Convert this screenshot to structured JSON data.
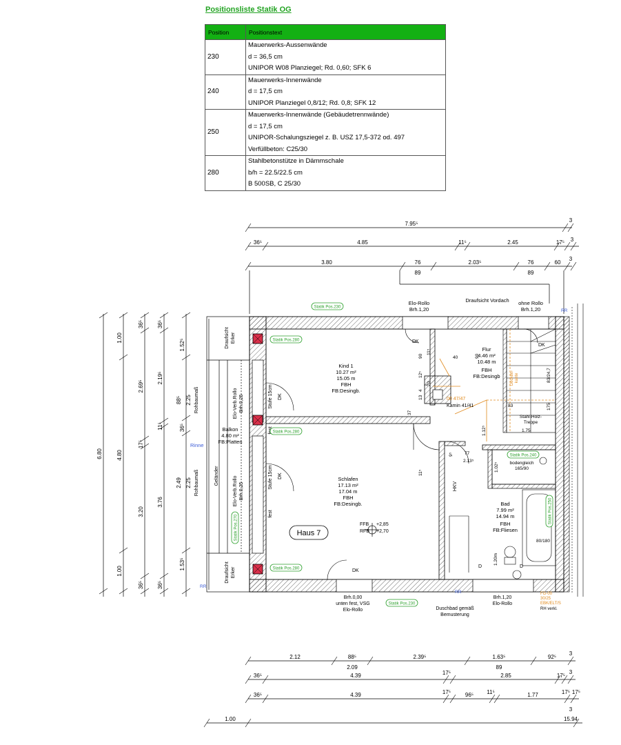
{
  "document": {
    "title": "Positionsliste Statik OG"
  },
  "position_table": {
    "headers": [
      "Position",
      "Positionstext"
    ],
    "rows": [
      {
        "position": "230",
        "lines": [
          "Mauerwerks-Aussenwände",
          "d = 36,5 cm",
          "UNIPOR W08 Planziegel; Rd. 0,60; SFK 6"
        ]
      },
      {
        "position": "240",
        "lines": [
          "Mauerwerks-Innenwände",
          "d = 17,5 cm",
          "UNIPOR Planziegel 0,8/12; Rd. 0,8; SFK 12"
        ]
      },
      {
        "position": "250",
        "lines": [
          "Mauerwerks-Innenwände (Gebäudetrennwände)",
          "d = 17,5 cm",
          "UNIPOR-Schalungsziegel z. B. USZ 17,5-372 od. 497",
          "Verfüllbeton: C25/30"
        ]
      },
      {
        "position": "280",
        "lines": [
          "Stahlbetonstütze in Dämmschale",
          "b/h = 22.5/22.5 cm",
          "B 500SB, C 25/30"
        ]
      }
    ]
  },
  "dimensions": {
    "top_row1": {
      "total": "7.95⁵",
      "end": "3"
    },
    "top_row2": [
      "36⁵",
      "4.85",
      "11⁵",
      "2.45",
      "17⁵",
      "3"
    ],
    "top_row3": [
      "3.80",
      "76",
      "2.03⁵",
      "76",
      "60",
      "3"
    ],
    "top_row3_sub": [
      "89",
      "89"
    ],
    "left_outer": [
      "1.00",
      "4.80",
      "1.00",
      "6.80"
    ],
    "left_mid": [
      "36⁵",
      "2.69⁵",
      "17⁵",
      "3.20",
      "36⁵"
    ],
    "left_inner": [
      "36⁵",
      "2.19⁵",
      "11⁵",
      "3.76",
      "36⁵"
    ],
    "left_window": [
      "1.52⁵",
      "2.25",
      "88⁵",
      "36⁵",
      "2.49",
      "2.25",
      "1.53⁵"
    ],
    "left_labels": [
      "Rohbaumaß",
      "Rohbaumaß"
    ],
    "bottom_row1": [
      "2.12",
      "88⁵",
      "2.39⁵",
      "1.63⁵",
      "92⁵",
      "3"
    ],
    "bottom_row1_sub": [
      "2.09",
      "89"
    ],
    "bottom_row2": [
      "36⁵",
      "4.39",
      "17⁵",
      "2.85",
      "17⁵",
      "3"
    ],
    "bottom_row3": [
      "36⁵",
      "4.39",
      "17⁵",
      "96⁵",
      "11⁵",
      "1.77",
      "17⁵",
      "17⁵"
    ],
    "bottom_row3_sub": [
      "3"
    ],
    "bottom_row4": [
      "1.00",
      "15.94"
    ]
  },
  "rooms": {
    "kind": {
      "name": "Kind 1",
      "area": "10.27 m²",
      "perimeter": "15.05 m",
      "heating": "FBH",
      "floor": "FB:Desingb."
    },
    "flur": {
      "name": "Flur",
      "area": "4.46 m²",
      "perimeter": "10.48 m",
      "heating": "FBH",
      "floor": "FB:Desingb"
    },
    "schlafen": {
      "name": "Schlafen",
      "area": "17.13 m²",
      "perimeter": "17.04 m",
      "heating": "FBH",
      "floor": "FB:Desingb."
    },
    "bad": {
      "name": "Bad",
      "area": "7.99 m²",
      "perimeter": "14.94 m",
      "heating": "FBH",
      "floor": "FB:Fliesen"
    },
    "balkon": {
      "name": "Balkon",
      "area": "4.80 m²",
      "floor": "FB:Platten"
    }
  },
  "annotations": {
    "draufsicht_vordach": "Draufsicht Vordach",
    "elo_rollo_top": [
      "Elo-Rollo",
      "Brh.1,20"
    ],
    "ohne_rollo": [
      "ohne Rollo",
      "Brh.1,20"
    ],
    "draufsicht_erker_top": [
      "Draufsicht",
      "Erker"
    ],
    "draufsicht_erker_bottom": [
      "Draufsicht",
      "Erker"
    ],
    "elo_verb_rollo_1": [
      "Elo-Verb.Rollo",
      "Brh.0,25"
    ],
    "elo_verb_rollo_2": [
      "Elo-Verb.Rollo",
      "Brh.0,25"
    ],
    "gelaender": "Geländer",
    "rinne": "Rinne",
    "stufe_1": "Stufe 15cm",
    "stufe_2": "Stufe 15cm",
    "fest_1": "fest",
    "fest_2": "fest",
    "dk": "DK",
    "kamin": "Kamin 41/41",
    "kamin_orange": "00 47/47",
    "stahl_holz_treppe": [
      "Stahl-Holz-",
      "Treppe"
    ],
    "bodengleich": [
      "bodengleich",
      "165/90"
    ],
    "wanne": "80/180",
    "hkv": "HKV",
    "haus": "Haus 7",
    "ffb": "FFB",
    "rfb": "RFB",
    "ffb_val": "+2,85",
    "rfb_val": "+2,70",
    "brh_bottom_left": [
      "Brh.0,00",
      "unten fest, VSG",
      "Elo-Rollo"
    ],
    "duschbad": [
      "Duschbad gemäß",
      "Bemusterung"
    ],
    "brh_bottom_right": [
      "Brh.1,20",
      "Elo-Rollo"
    ],
    "rr": "RR",
    "right_orange": [
      "FG-00",
      "30/25",
      "EBK/ELT/S",
      "RH verkl."
    ],
    "small_dims": [
      "40",
      "11⁵",
      "90",
      "90",
      "12⁵",
      "4",
      "13",
      "1",
      "20",
      "37",
      "77",
      "2.13⁵",
      "9⁵",
      "11⁵",
      "1.12⁵",
      "1.02⁵",
      "83",
      "1.75",
      "83/24,7",
      "175",
      "1.20m"
    ],
    "staircase_orange": [
      "Decken-",
      "kante"
    ],
    "d_labels": [
      "D",
      "D"
    ]
  },
  "statik_tags": [
    "Statik Pos.230",
    "Statik Pos.280",
    "Statik Pos.280",
    "Statik Pos.270",
    "Statik Pos.280",
    "Statik Pos.230",
    "Statik Pos.240",
    "Statik Pos.250"
  ],
  "colors": {
    "title_green": "#22a322",
    "header_green": "#13b013",
    "statik_green": "#2ca02c",
    "wall_hatch": "#333333",
    "column_red": "#d9304a",
    "annotation_orange": "#e08a1e",
    "annotation_blue": "#3b5bd6"
  }
}
